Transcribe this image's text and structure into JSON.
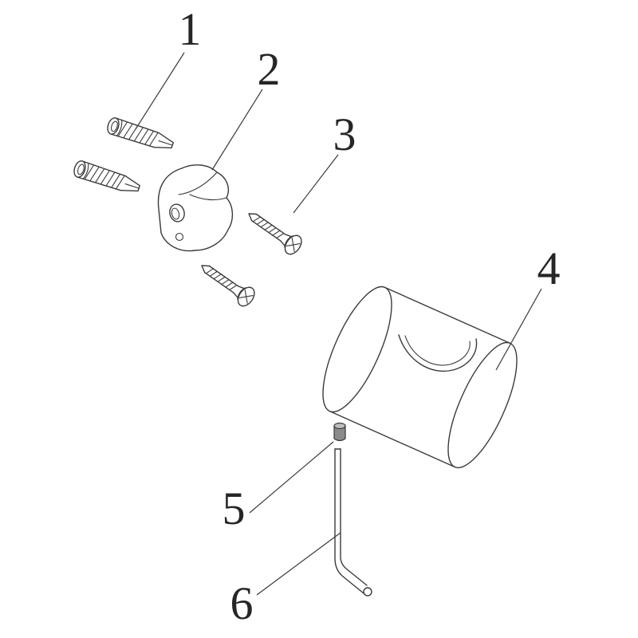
{
  "figure": {
    "background": "#ffffff",
    "line_color": "#3a3a3a",
    "text_color": "#262626",
    "description": "Exploded-view installation diagram of a wall-mounted hook with numbered callouts"
  },
  "callouts": {
    "c1": "1",
    "c2": "2",
    "c3": "3",
    "c4": "4",
    "c5": "5",
    "c6": "6"
  },
  "parts": [
    {
      "callout": "1",
      "icon": "wall-anchor-icon"
    },
    {
      "callout": "2",
      "icon": "mounting-bracket-icon"
    },
    {
      "callout": "3",
      "icon": "screw-icon"
    },
    {
      "callout": "4",
      "icon": "hook-cylinder-icon"
    },
    {
      "callout": "5",
      "icon": "set-screw-icon"
    },
    {
      "callout": "6",
      "icon": "hex-key-icon"
    }
  ]
}
